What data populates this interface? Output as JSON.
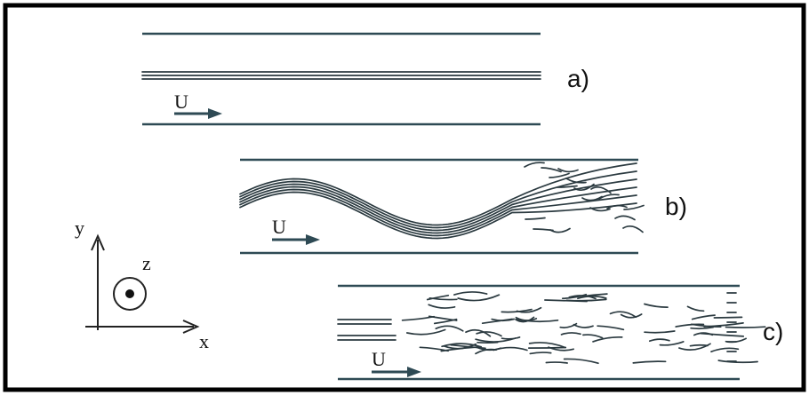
{
  "panels": [
    {
      "id": "a",
      "label": "a)",
      "velocity_label": "U",
      "regime": "laminar"
    },
    {
      "id": "b",
      "label": "b)",
      "velocity_label": "U",
      "regime": "transitional"
    },
    {
      "id": "c",
      "label": "c)",
      "velocity_label": "U",
      "regime": "turbulent"
    }
  ],
  "axes": {
    "x_label": "x",
    "y_label": "y",
    "z_label": "z"
  },
  "colors": {
    "frame": "#000000",
    "walls": "#2e4a54",
    "streaks": "#2b3a40"
  }
}
